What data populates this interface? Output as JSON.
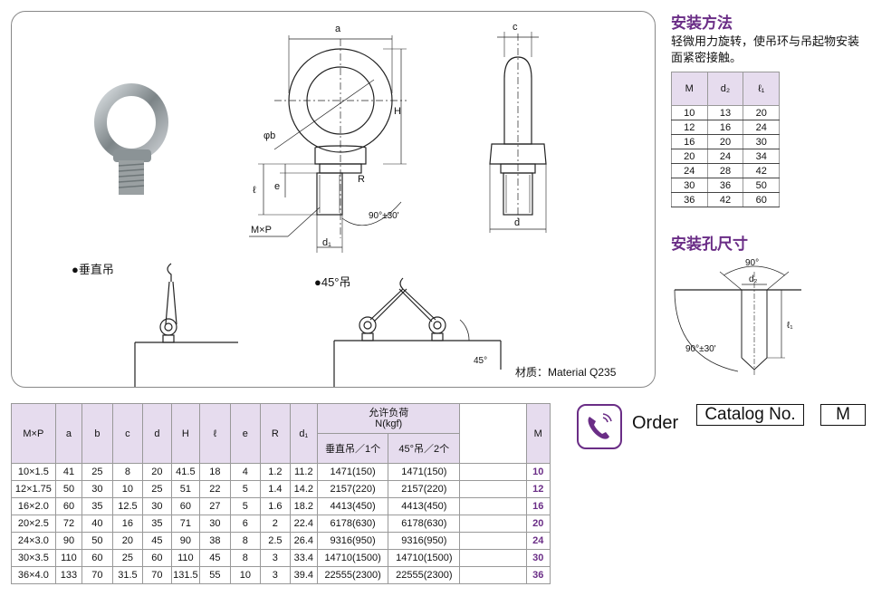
{
  "drawing": {
    "dim_a": "a",
    "dim_c": "c",
    "dim_h": "H",
    "dim_phi_b": "φb",
    "dim_r": "R",
    "dim_l": "ℓ",
    "dim_e": "e",
    "dim_angle": "90°±30'",
    "dim_mxp": "M×P",
    "dim_d1": "d₁",
    "dim_d": "d",
    "vertical_label": "●垂直吊",
    "angle45_label": "●45°吊",
    "angle45_dim": "45°",
    "material": "材质：Material Q235"
  },
  "install": {
    "title": "安装方法",
    "description": "轻微用力旋转，使吊环与吊起物安装面紧密接触。",
    "headers": [
      "M",
      "d₂",
      "ℓ₁"
    ],
    "rows": [
      [
        "10",
        "13",
        "20"
      ],
      [
        "12",
        "16",
        "24"
      ],
      [
        "16",
        "20",
        "30"
      ],
      [
        "20",
        "24",
        "34"
      ],
      [
        "24",
        "28",
        "42"
      ],
      [
        "30",
        "36",
        "50"
      ],
      [
        "36",
        "42",
        "60"
      ]
    ]
  },
  "hole": {
    "title": "安装孔尺寸",
    "angle_top": "90°",
    "d2": "d₂",
    "l1": "ℓ₁",
    "angle_side": "90°±30'"
  },
  "spec_table": {
    "headers": [
      "M×P",
      "a",
      "b",
      "c",
      "d",
      "H",
      "ℓ",
      "e",
      "R",
      "d₁"
    ],
    "load_header": "允许负荷\nN(kgf)",
    "load_sub": [
      "垂直吊／1个",
      "45°吊／2个"
    ],
    "m_header": "M",
    "rows": [
      {
        "mxp": "10×1.5",
        "a": "41",
        "b": "25",
        "c": "8",
        "d": "20",
        "H": "41.5",
        "l": "18",
        "e": "4",
        "R": "1.2",
        "d1": "11.2",
        "v": "1471(150)",
        "a45": "1471(150)",
        "m": "10"
      },
      {
        "mxp": "12×1.75",
        "a": "50",
        "b": "30",
        "c": "10",
        "d": "25",
        "H": "51",
        "l": "22",
        "e": "5",
        "R": "1.4",
        "d1": "14.2",
        "v": "2157(220)",
        "a45": "2157(220)",
        "m": "12"
      },
      {
        "mxp": "16×2.0",
        "a": "60",
        "b": "35",
        "c": "12.5",
        "d": "30",
        "H": "60",
        "l": "27",
        "e": "5",
        "R": "1.6",
        "d1": "18.2",
        "v": "4413(450)",
        "a45": "4413(450)",
        "m": "16"
      },
      {
        "mxp": "20×2.5",
        "a": "72",
        "b": "40",
        "c": "16",
        "d": "35",
        "H": "71",
        "l": "30",
        "e": "6",
        "R": "2",
        "d1": "22.4",
        "v": "6178(630)",
        "a45": "6178(630)",
        "m": "20"
      },
      {
        "mxp": "24×3.0",
        "a": "90",
        "b": "50",
        "c": "20",
        "d": "45",
        "H": "90",
        "l": "38",
        "e": "8",
        "R": "2.5",
        "d1": "26.4",
        "v": "9316(950)",
        "a45": "9316(950)",
        "m": "24"
      },
      {
        "mxp": "30×3.5",
        "a": "110",
        "b": "60",
        "c": "25",
        "d": "60",
        "H": "110",
        "l": "45",
        "e": "8",
        "R": "3",
        "d1": "33.4",
        "v": "14710(1500)",
        "a45": "14710(1500)",
        "m": "30"
      },
      {
        "mxp": "36×4.0",
        "a": "133",
        "b": "70",
        "c": "31.5",
        "d": "70",
        "H": "131.5",
        "l": "55",
        "e": "10",
        "R": "3",
        "d1": "39.4",
        "v": "22555(2300)",
        "a45": "22555(2300)",
        "m": "36"
      }
    ]
  },
  "order": {
    "label": "Order",
    "catalog": "Catalog No.",
    "m": "M",
    "icon": "phone-icon",
    "accent": "#6a2d86"
  }
}
